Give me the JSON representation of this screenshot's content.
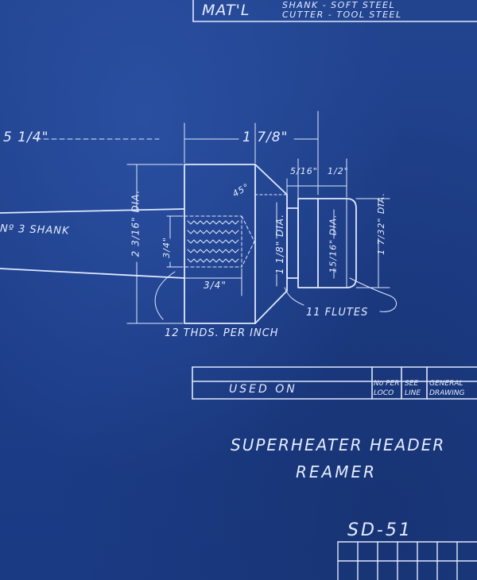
{
  "material": {
    "label": "MAT'L",
    "line1": "SHANK - SOFT STEEL",
    "line2": "CUTTER - TOOL STEEL"
  },
  "dimensions": {
    "overall_length": "5 1/4\"",
    "head_length": "1 7/8\"",
    "flute_length_a": "5/16\"",
    "flute_length_b": "1/2\"",
    "shoulder_angle": "45°",
    "body_dia": "2 3/16\" DIA.",
    "thread_dia": "3/4\"",
    "thread_length": "3/4\"",
    "bore_dia": "1 1/8\" DIA.",
    "neck_dia": "15/16\" DIA.",
    "tip_dia": "1 7/32\" DIA."
  },
  "notes": {
    "shank": "Nº 3 SHANK",
    "threads": "12 THDS. PER INCH",
    "flutes": "11 FLUTES"
  },
  "used_on": {
    "label": "USED ON",
    "col1_line1": "No PER",
    "col1_line2": "LOCO",
    "col2_line1": "SEE",
    "col2_line2": "LINE",
    "col3_line1": "GENERAL",
    "col3_line2": "DRAWING"
  },
  "title": {
    "line1": "SUPERHEATER HEADER",
    "line2": "REAMER"
  },
  "drawing_number": "SD-51"
}
